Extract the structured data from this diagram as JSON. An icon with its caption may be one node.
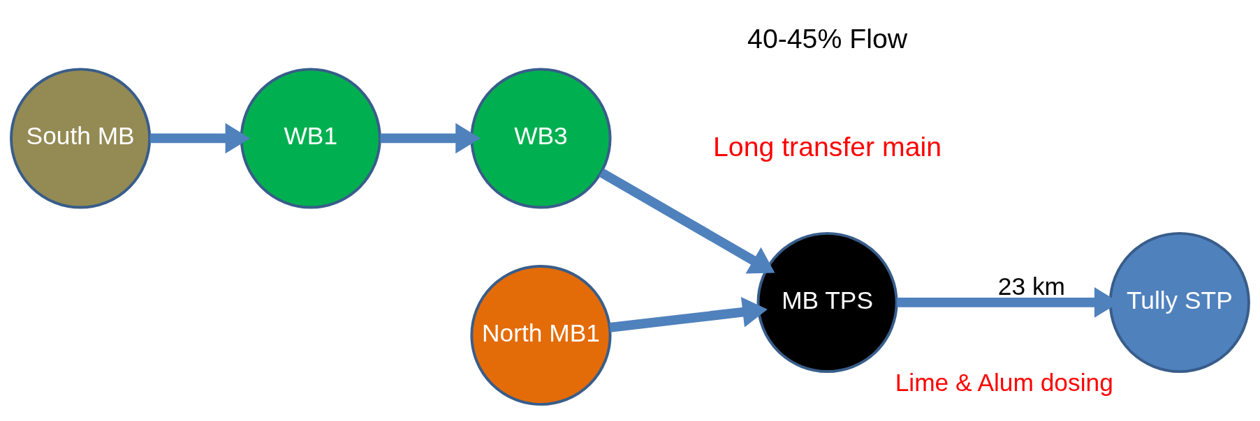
{
  "diagram": {
    "nodes": [
      {
        "text": [
          "South MB"
        ]
      },
      {
        "text": [
          "WB1"
        ]
      },
      {
        "text": [
          "WB3"
        ]
      },
      {
        "text": [
          "MB TPS"
        ]
      },
      {
        "text": [
          "Tully STP"
        ],
        "beside": [
          "Lime & Alum dosing"
        ]
      },
      {
        "text": [
          "North MB1"
        ]
      }
    ],
    "edges": [
      {
        "from": 0,
        "to": 1,
        "arrow": "to"
      },
      {
        "from": 1,
        "to": 2,
        "arrow": "to"
      },
      {
        "from": 2,
        "to": 3,
        "arrow": "to"
      },
      {
        "from": 3,
        "to": 4,
        "arrow": "to",
        "label": "23 km"
      },
      {
        "from": 5,
        "to": 3,
        "arrow": "to"
      }
    ],
    "labels": [
      "Long transfer main",
      "40-45% Flow"
    ]
  }
}
